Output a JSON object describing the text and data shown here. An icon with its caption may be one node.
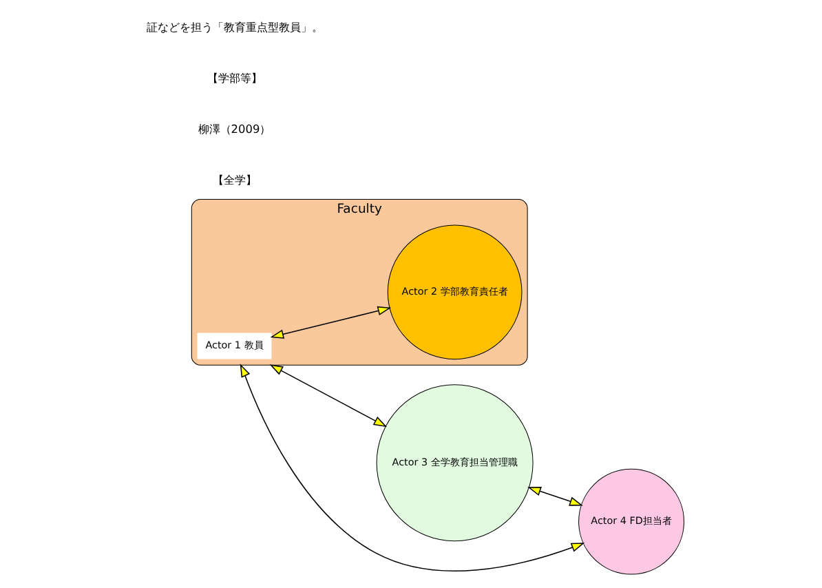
{
  "diagram": {
    "nodes": [
      {
        "text": [
          "Faculty"
        ]
      },
      {
        "text": [
          "Actor 1 教員"
        ],
        "in": 0
      },
      {
        "text": [
          "Actor 2 学部教育責任者"
        ],
        "in": 0
      },
      {
        "text": [
          "Actor 3 全学教育担当管理職"
        ]
      },
      {
        "text": [
          "Actor 4 FD担当者"
        ]
      }
    ],
    "edges": [
      {
        "from": 1,
        "to": 2,
        "arrow": "both"
      },
      {
        "from": 0,
        "to": 3,
        "arrow": "both"
      },
      {
        "from": 3,
        "to": 4,
        "arrow": "both"
      },
      {
        "from": 0,
        "to": 4,
        "arrow": "both"
      }
    ],
    "labels": [
      "証などを担う「教育重点型教員」。",
      "【学部等】",
      "柳澤（2009）",
      "【全学】"
    ]
  }
}
